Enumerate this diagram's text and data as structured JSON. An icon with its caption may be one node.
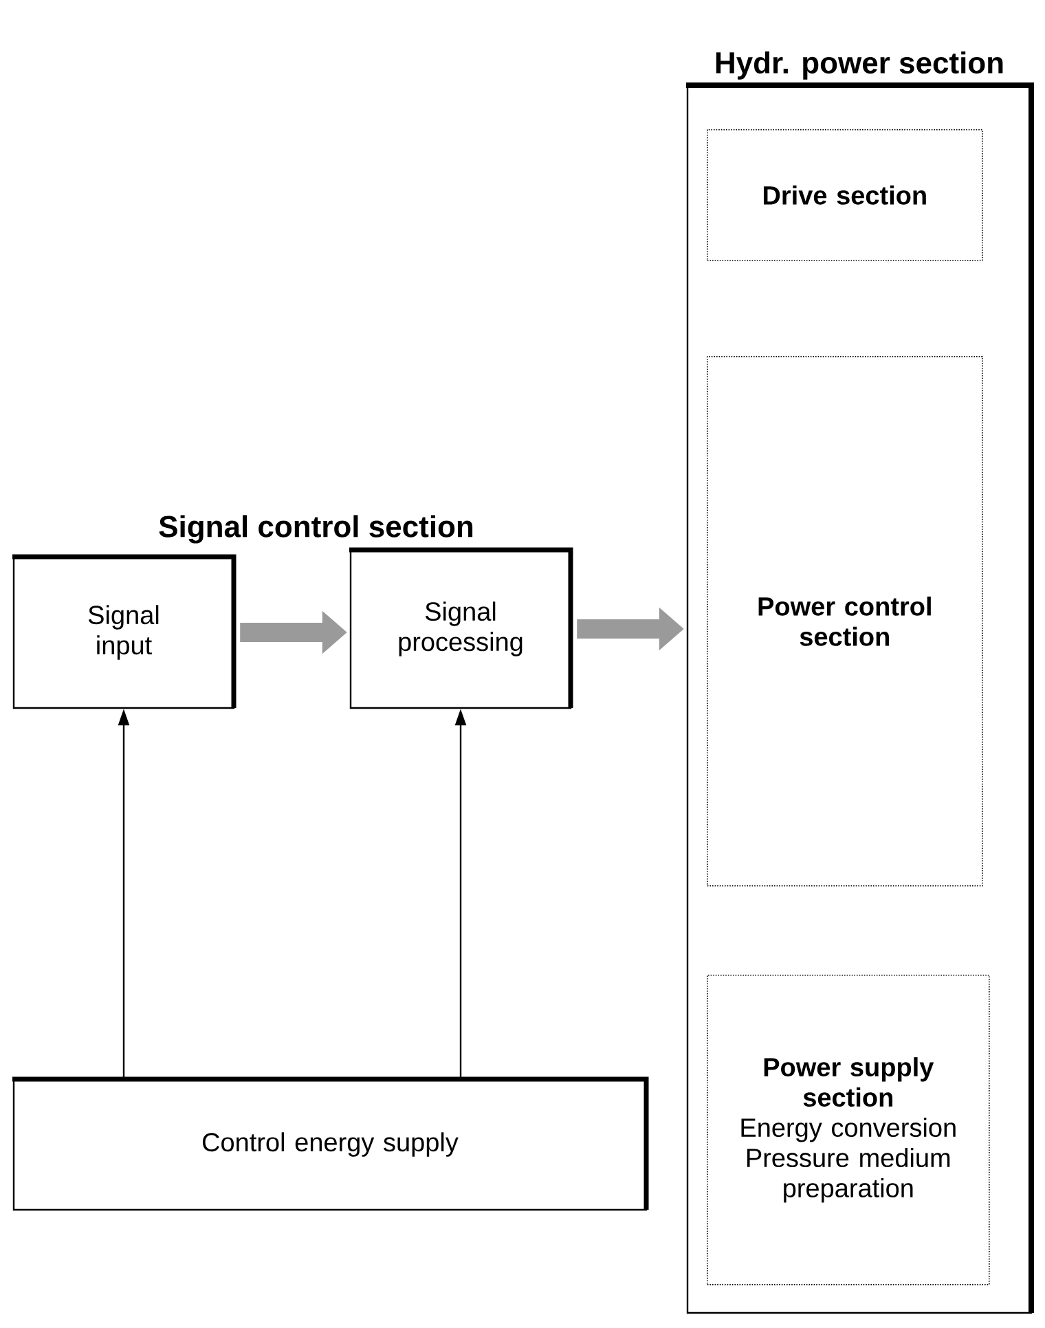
{
  "diagram": {
    "nodes": [
      {
        "text": [
          "Hydr. power section"
        ]
      },
      {
        "text": [
          "Drive section"
        ],
        "in": 0
      },
      {
        "text": [
          "Power control section"
        ],
        "in": 0
      },
      {
        "text": [
          "Power supply section",
          "Energy conversion Pressure medium preparation"
        ],
        "in": 0
      },
      {
        "text": [
          "Signal input"
        ]
      },
      {
        "text": [
          "Signal processing"
        ]
      },
      {
        "text": [
          "Control energy supply"
        ]
      }
    ],
    "edges": [
      {
        "from": 4,
        "to": 5,
        "arrow": "to",
        "style": "thick",
        "color": "#9a9a9a"
      },
      {
        "from": 5,
        "to": 0,
        "arrow": "to",
        "style": "thick",
        "color": "#9a9a9a"
      },
      {
        "from": 6,
        "to": 4,
        "arrow": "to",
        "color": "#000000"
      },
      {
        "from": 6,
        "to": 5,
        "arrow": "to",
        "color": "#000000"
      }
    ],
    "labels": [
      "Signal control section"
    ]
  }
}
